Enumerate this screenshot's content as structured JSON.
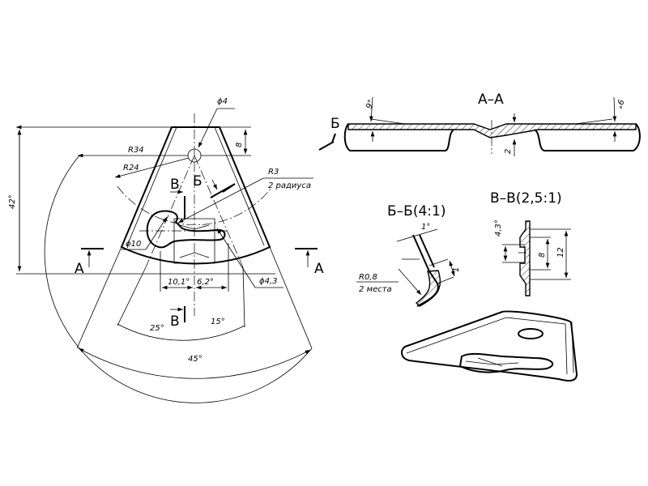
{
  "main_view": {
    "dim_hole_dia": "ϕ4",
    "dim_hole_offset": "8",
    "dim_r34": "R34",
    "dim_r24": "R24",
    "dim_r3": "R3",
    "dim_r3_note": "2 радиуса",
    "dim_slot_dia": "ϕ10",
    "dim_slot_end_dia": "ϕ4,3",
    "dim_angle_left": "10,1°",
    "dim_angle_right": "6,2°",
    "dim_angle_25": "25°",
    "dim_angle_15": "15°",
    "dim_angle_45": "45°",
    "dim_height": "42°",
    "cut_a_left": "А",
    "cut_a_right": "А",
    "cut_v_top": "В",
    "cut_v_bottom": "В",
    "cut_b": "Б"
  },
  "section_aa": {
    "title": "А–А",
    "cut_b": "Б",
    "angle_left": "9°",
    "angle_right": "9°",
    "depth": "2"
  },
  "section_bb": {
    "title": "Б–Б(4:1)",
    "angle": "1°",
    "radius": "R0,8",
    "radius_note": "2 места",
    "thickness": "1"
  },
  "section_vv": {
    "title": "В–В(2,5:1)",
    "angle": "4,3°",
    "inner": "8",
    "outer": "12"
  }
}
